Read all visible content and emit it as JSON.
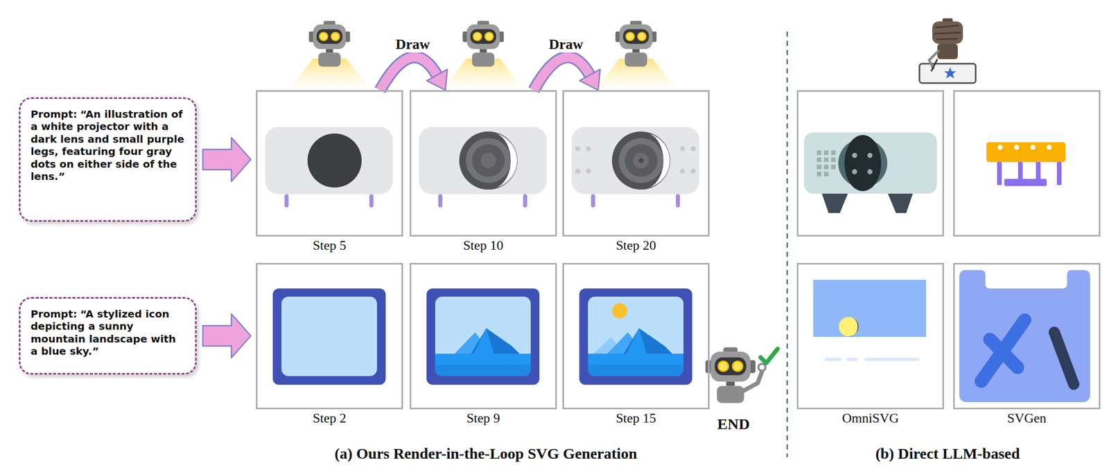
{
  "diagram": {
    "nodes": [
      {
        "text": [
          "Prompt:",
          "“An illustration of a white projector with a dark lens and small purple legs, featuring four gray dots on either side of the lens.”"
        ]
      },
      {
        "text": [
          "Step 5"
        ]
      },
      {
        "text": [
          "Step 10"
        ]
      },
      {
        "text": [
          "Step 20"
        ]
      },
      {
        "text": [
          "Prompt:",
          "“A stylized icon depicting a sunny mountain landscape with a blue sky.”"
        ]
      },
      {
        "text": [
          "Step 2"
        ]
      },
      {
        "text": [
          "Step 9"
        ]
      },
      {
        "text": [
          "Step 15"
        ]
      },
      {
        "text": [
          "OmniSVG"
        ]
      },
      {
        "text": [
          "SVGen"
        ]
      }
    ],
    "edges": [
      {
        "from": 0,
        "to": 1,
        "arrow": "to"
      },
      {
        "from": 1,
        "to": 2,
        "label": "Draw",
        "arrow": "to"
      },
      {
        "from": 2,
        "to": 3,
        "label": "Draw",
        "arrow": "to"
      },
      {
        "from": 4,
        "to": 5,
        "arrow": "to"
      }
    ],
    "labels": [
      "END",
      "(a) Ours Render-in-the-Loop SVG Generation",
      "(b) Direct LLM-based"
    ]
  }
}
